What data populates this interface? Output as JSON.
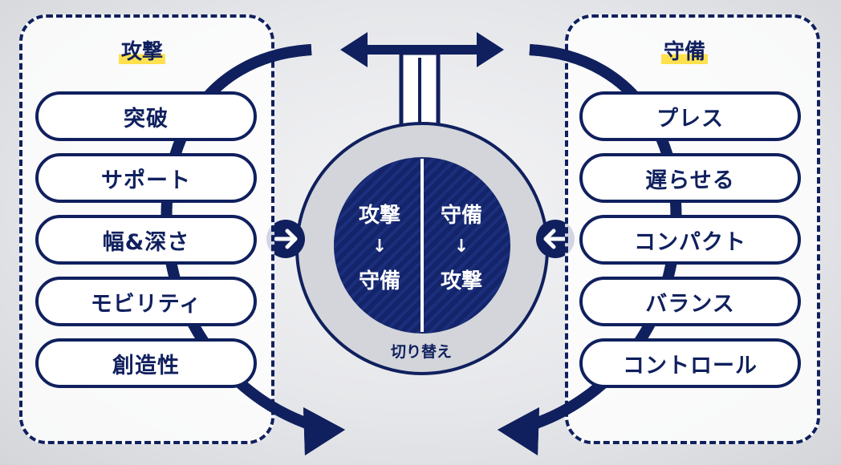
{
  "attack": {
    "title": "攻撃",
    "items": [
      "突破",
      "サポート",
      "幅&深さ",
      "モビリティ",
      "創造性"
    ]
  },
  "defense": {
    "title": "守備",
    "items": [
      "プレス",
      "遅らせる",
      "コンパクト",
      "バランス",
      "コントロール"
    ]
  },
  "center": {
    "left": {
      "from": "攻撃",
      "arrow": "↓",
      "to": "守備"
    },
    "right": {
      "from": "守備",
      "arrow": "↓",
      "to": "攻撃"
    },
    "label": "切り替え"
  },
  "colors": {
    "navy": "#10205e",
    "highlight": "#ffe14f",
    "ring": "#d3d5da"
  }
}
